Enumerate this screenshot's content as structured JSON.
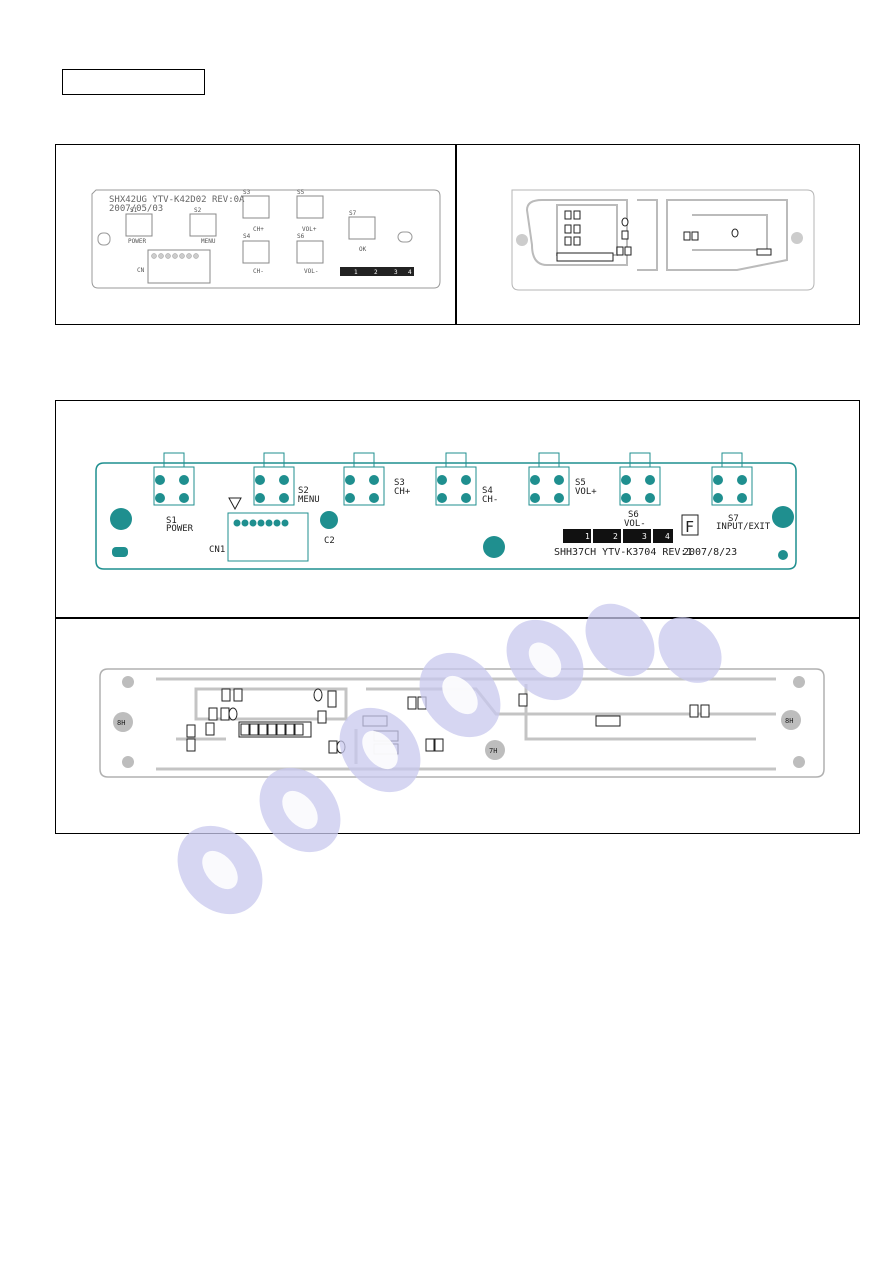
{
  "header_box_text": "",
  "board_small": {
    "model_label": "SHX42UG YTV-K42D02 REV:0A",
    "date_label": "2007/05/03",
    "switches": [
      {
        "ref": "S1",
        "name": "POWER"
      },
      {
        "ref": "S2",
        "name": "MENU"
      },
      {
        "ref": "S3",
        "name": "CH+"
      },
      {
        "ref": "S4",
        "name": "CH-"
      },
      {
        "ref": "S5",
        "name": "VOL+"
      },
      {
        "ref": "S6",
        "name": "VOL-"
      },
      {
        "ref": "S7",
        "name": "OK"
      }
    ],
    "connector_label": "CN",
    "pad_numbers": [
      "1",
      "2",
      "3",
      "4"
    ]
  },
  "board_large": {
    "model_label": "SHH37CH YTV-K3704 REV:1",
    "date_label": "2007/8/23",
    "f_mark": "F",
    "connector_label": "CN1",
    "cap_label": "C2",
    "switches": [
      {
        "ref": "S1",
        "name": "POWER"
      },
      {
        "ref": "S2",
        "name": "MENU"
      },
      {
        "ref": "S3",
        "name": "CH+"
      },
      {
        "ref": "S4",
        "name": "CH-"
      },
      {
        "ref": "S5",
        "name": "VOL+"
      },
      {
        "ref": "S6",
        "name": "VOL-"
      },
      {
        "ref": "S7",
        "name": "INPUT/EXIT"
      }
    ],
    "pad_numbers": [
      "1",
      "2",
      "3",
      "4"
    ]
  },
  "board_bottom": {
    "hole_labels": [
      "8H",
      "7H",
      "8H"
    ]
  },
  "colors": {
    "pcb_teal": "#1f8f8f",
    "silk_gray": "#9a9a9a",
    "watermark": "#c9c9ee"
  }
}
